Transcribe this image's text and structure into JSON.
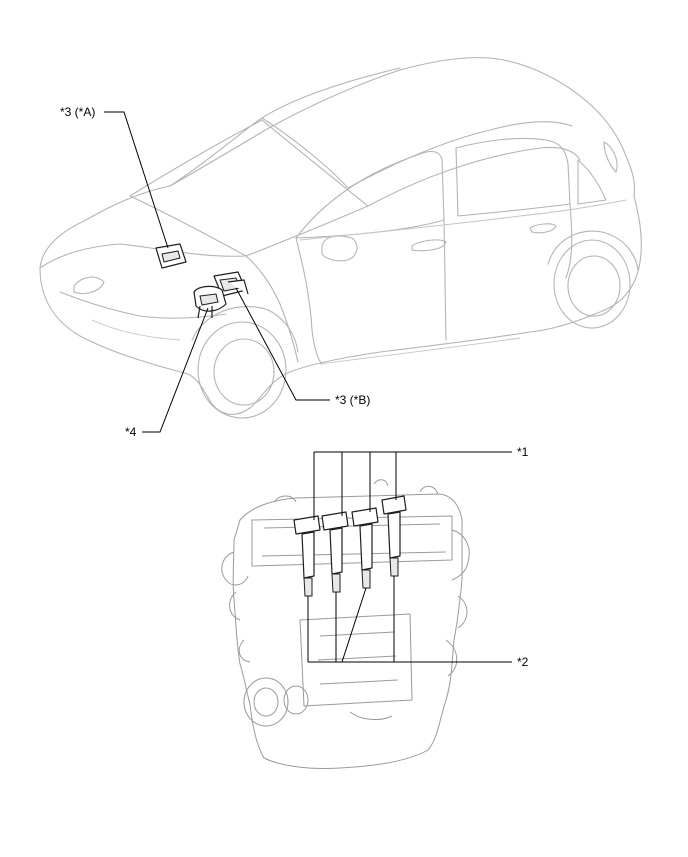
{
  "callouts": {
    "ecm_a": "*3 (*A)",
    "ecm_b": "*3 (*B)",
    "item4": "*4",
    "item1": "*1",
    "item2": "*2"
  },
  "colors": {
    "background": "#ffffff",
    "outline": "#b4b4b4",
    "part": "#1e1e1e",
    "leader": "#000000"
  }
}
